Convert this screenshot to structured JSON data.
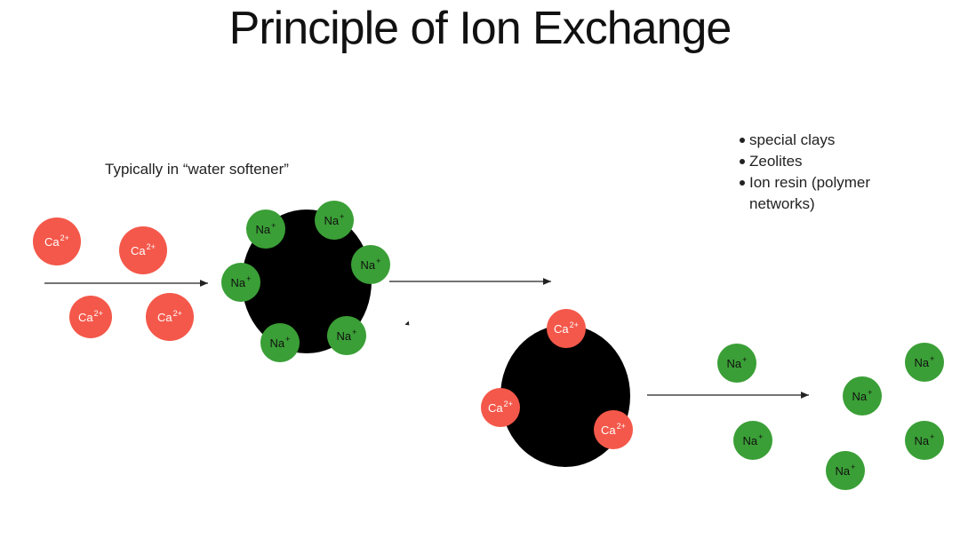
{
  "title": "Principle of Ion Exchange",
  "subtitle": "Typically in “water softener”",
  "exchange_materials": [
    "special clays",
    "Zeolites",
    "Ion resin (polymer networks)"
  ],
  "ions": {
    "calcium": {
      "symbol": "Ca",
      "charge": "2+"
    },
    "sodium": {
      "symbol": "Na",
      "charge": "+"
    }
  },
  "colors": {
    "calcium_ion": "#f4584a",
    "sodium_ion": "#3a9f36",
    "resin_bead": "#000000",
    "arrow": "#222222"
  }
}
